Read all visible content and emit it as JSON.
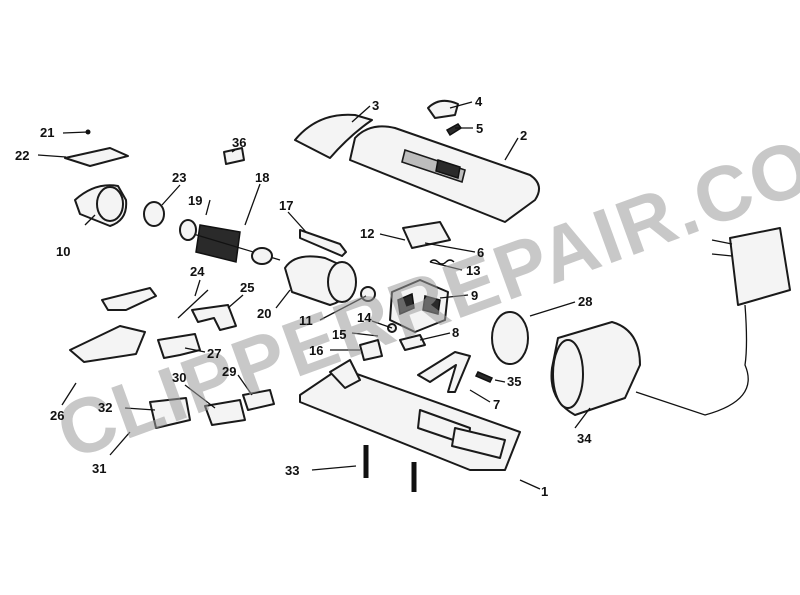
{
  "watermark": "CLIPPERREPAIR.COM",
  "parts": [
    {
      "id": "1"
    },
    {
      "id": "2"
    },
    {
      "id": "3"
    },
    {
      "id": "4"
    },
    {
      "id": "5"
    },
    {
      "id": "6"
    },
    {
      "id": "7"
    },
    {
      "id": "8"
    },
    {
      "id": "9"
    },
    {
      "id": "10"
    },
    {
      "id": "11"
    },
    {
      "id": "12"
    },
    {
      "id": "13"
    },
    {
      "id": "14"
    },
    {
      "id": "15"
    },
    {
      "id": "16"
    },
    {
      "id": "17"
    },
    {
      "id": "18"
    },
    {
      "id": "19"
    },
    {
      "id": "20"
    },
    {
      "id": "21"
    },
    {
      "id": "22"
    },
    {
      "id": "23"
    },
    {
      "id": "24"
    },
    {
      "id": "25"
    },
    {
      "id": "26"
    },
    {
      "id": "27"
    },
    {
      "id": "28"
    },
    {
      "id": "29"
    },
    {
      "id": "30"
    },
    {
      "id": "31"
    },
    {
      "id": "32"
    },
    {
      "id": "33"
    },
    {
      "id": "34"
    },
    {
      "id": "35"
    },
    {
      "id": "36"
    }
  ]
}
